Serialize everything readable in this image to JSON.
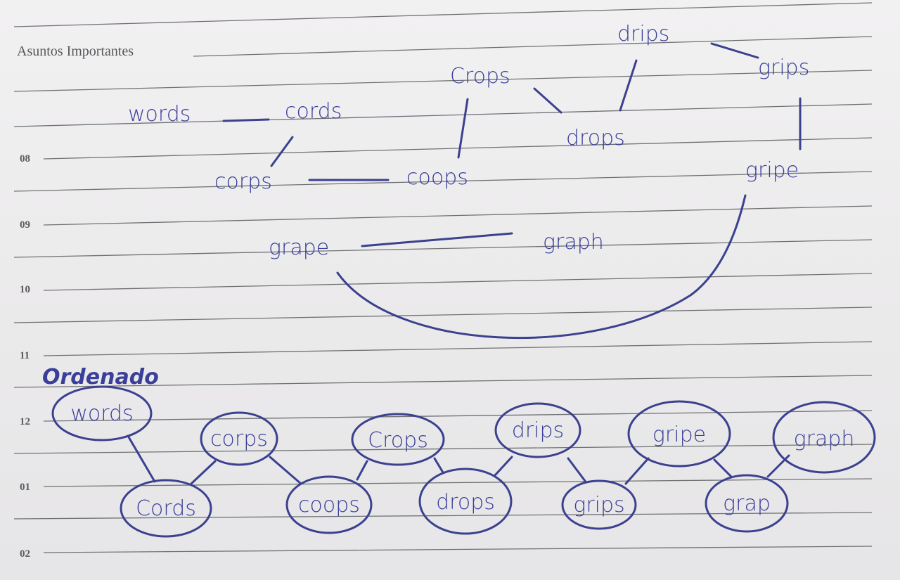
{
  "header": {
    "heading": "Asuntos Importantes"
  },
  "hour_labels": [
    "08",
    "09",
    "10",
    "11",
    "12",
    "01",
    "02"
  ],
  "word_map": [
    "words",
    "cords",
    "Crops",
    "drips",
    "grips",
    "drops",
    "corps",
    "coops",
    "gripe",
    "grape",
    "graph"
  ],
  "sorted_section": {
    "title": "Ordenado",
    "bubbles": [
      "words",
      "Cords",
      "corps",
      "coops",
      "Crops",
      "drops",
      "drips",
      "grips",
      "gripe",
      "grap",
      "graph"
    ]
  },
  "colors": {
    "ink": "#3b418f",
    "rule": "#6f7175",
    "paper": "#efeeef"
  }
}
